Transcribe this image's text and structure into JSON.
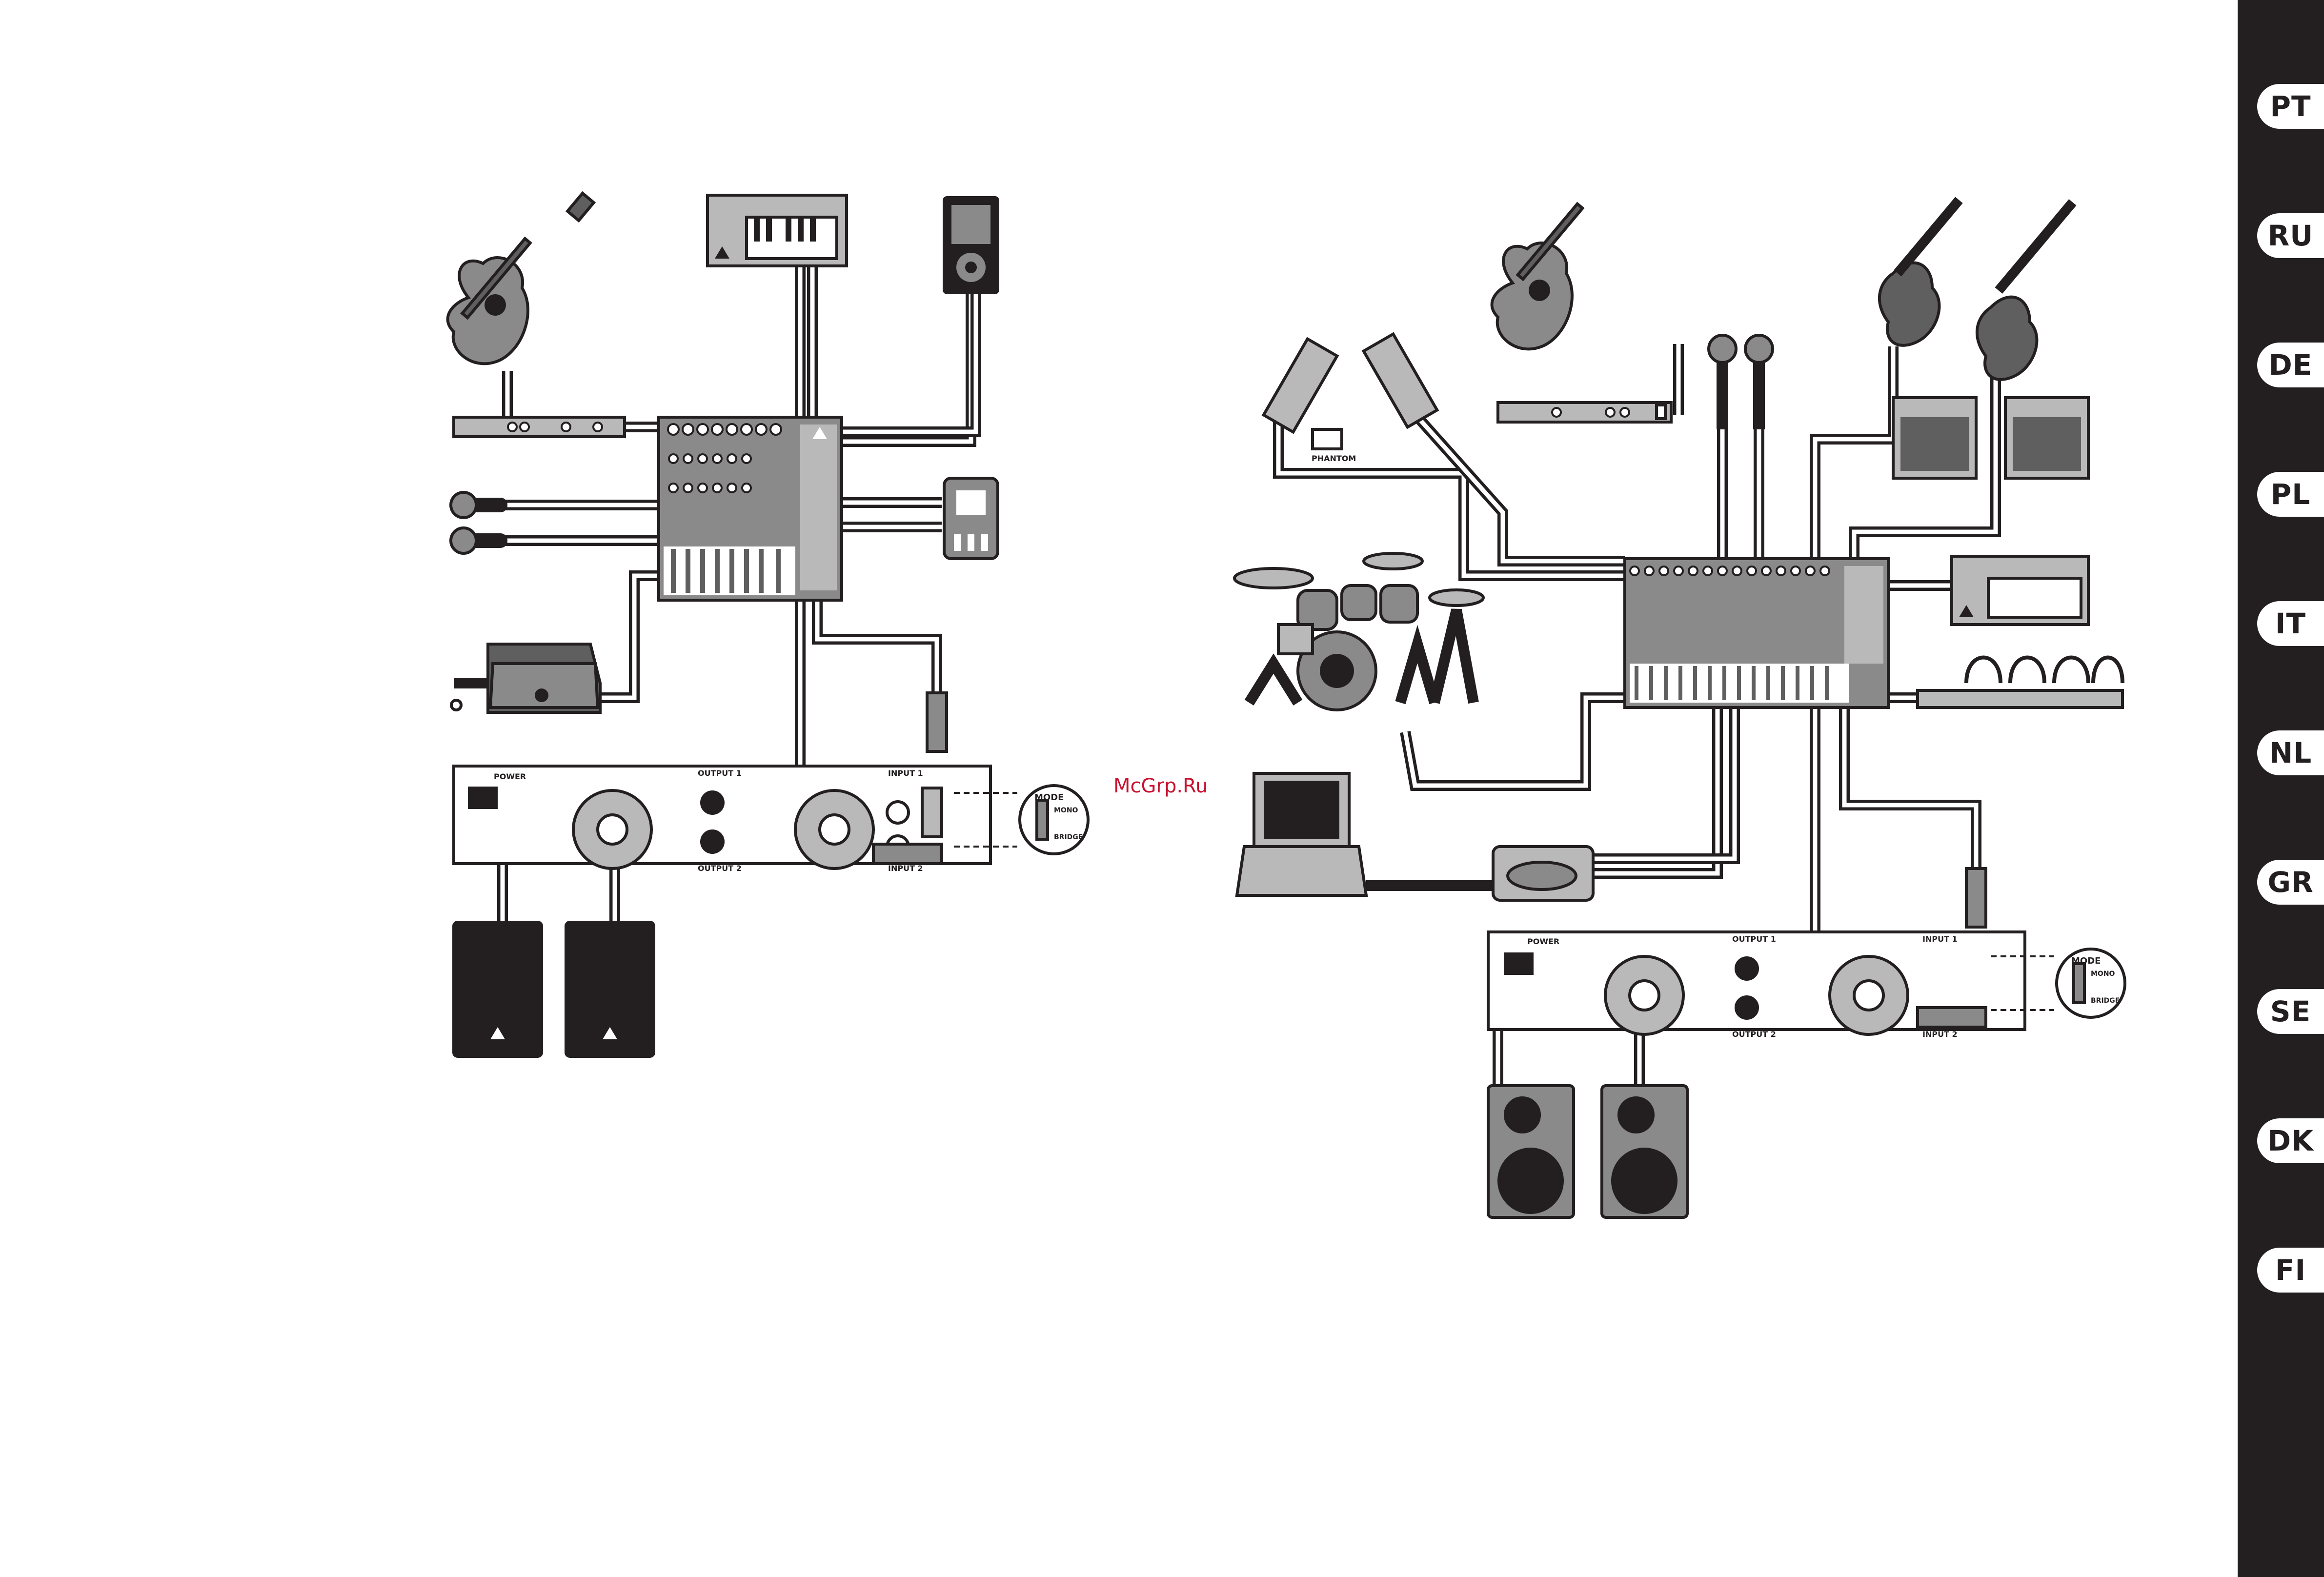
{
  "watermark": "McGrp.Ru",
  "language_tabs": [
    "PT",
    "RU",
    "DE",
    "PL",
    "IT",
    "NL",
    "GR",
    "SE",
    "DK",
    "FI"
  ],
  "amplifier_labels": {
    "power": "POWER",
    "output_1": "OUTPUT 1",
    "output_2": "OUTPUT 2",
    "input_1": "INPUT 1",
    "input_2": "INPUT 2",
    "mode": "MODE",
    "mono": "MONO",
    "bridge": "BRIDGE"
  },
  "phantom_label": "PHANTOM",
  "colors": {
    "ink": "#231f20",
    "device_grey": "#8a8a8a",
    "watermark_red": "#c8102e",
    "sidebar": "#231f20"
  }
}
